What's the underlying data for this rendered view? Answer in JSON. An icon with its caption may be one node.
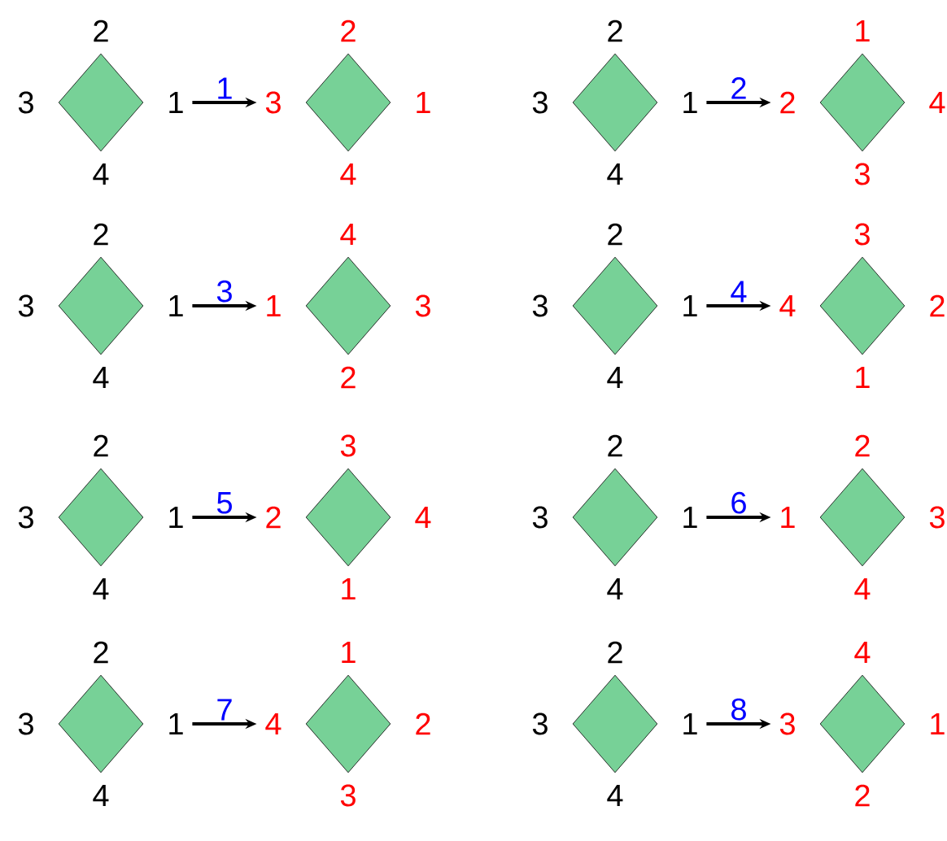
{
  "diagram": {
    "nodes": [
      {
        "text": [],
        "shape": "diamond",
        "beside": [
          "2",
          "3",
          "1",
          "4"
        ]
      },
      {
        "text": [],
        "shape": "diamond",
        "beside": [
          "2",
          "3",
          "1",
          "4"
        ]
      },
      {
        "text": [],
        "shape": "diamond",
        "beside": [
          "2",
          "3",
          "1",
          "4"
        ]
      },
      {
        "text": [],
        "shape": "diamond",
        "beside": [
          "1",
          "2",
          "4",
          "3"
        ]
      },
      {
        "text": [],
        "shape": "diamond",
        "beside": [
          "2",
          "3",
          "1",
          "4"
        ]
      },
      {
        "text": [],
        "shape": "diamond",
        "beside": [
          "4",
          "1",
          "3",
          "2"
        ]
      },
      {
        "text": [],
        "shape": "diamond",
        "beside": [
          "2",
          "3",
          "1",
          "4"
        ]
      },
      {
        "text": [],
        "shape": "diamond",
        "beside": [
          "3",
          "4",
          "2",
          "1"
        ]
      },
      {
        "text": [],
        "shape": "diamond",
        "beside": [
          "2",
          "3",
          "1",
          "4"
        ]
      },
      {
        "text": [],
        "shape": "diamond",
        "beside": [
          "3",
          "2",
          "4",
          "1"
        ]
      },
      {
        "text": [],
        "shape": "diamond",
        "beside": [
          "2",
          "3",
          "1",
          "4"
        ]
      },
      {
        "text": [],
        "shape": "diamond",
        "beside": [
          "2",
          "1",
          "3",
          "4"
        ]
      },
      {
        "text": [],
        "shape": "diamond",
        "beside": [
          "2",
          "3",
          "1",
          "4"
        ]
      },
      {
        "text": [],
        "shape": "diamond",
        "beside": [
          "1",
          "4",
          "2",
          "3"
        ]
      },
      {
        "text": [],
        "shape": "diamond",
        "beside": [
          "2",
          "3",
          "1",
          "4"
        ]
      },
      {
        "text": [],
        "shape": "diamond",
        "beside": [
          "4",
          "3",
          "1",
          "2"
        ]
      }
    ],
    "edges": [
      {
        "from": 0,
        "to": 1,
        "arrow": "to",
        "label": "1"
      },
      {
        "from": 2,
        "to": 3,
        "arrow": "to",
        "label": "2"
      },
      {
        "from": 4,
        "to": 5,
        "arrow": "to",
        "label": "3"
      },
      {
        "from": 6,
        "to": 7,
        "arrow": "to",
        "label": "4"
      },
      {
        "from": 8,
        "to": 9,
        "arrow": "to",
        "label": "5"
      },
      {
        "from": 10,
        "to": 11,
        "arrow": "to",
        "label": "6"
      },
      {
        "from": 12,
        "to": 13,
        "arrow": "to",
        "label": "7"
      },
      {
        "from": 14,
        "to": 15,
        "arrow": "to",
        "label": "8"
      }
    ]
  }
}
